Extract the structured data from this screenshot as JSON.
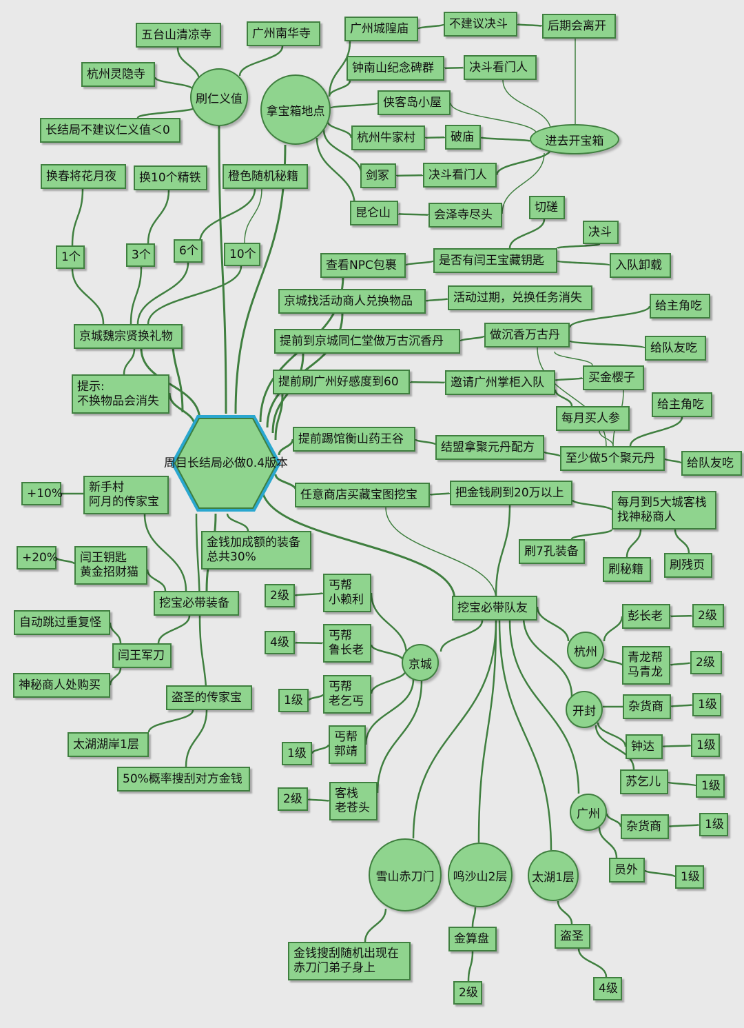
{
  "center": {
    "line1": "周目长结局必做",
    "line2": "0.4版本"
  },
  "hubs": {
    "ren_yi": "刷仁义值",
    "treasure_spots": "拿宝箱地点",
    "open_chest": "进去开宝箱",
    "jingcheng": "京城",
    "hangzhou": "杭州",
    "kaifeng": "开封",
    "guangzhou": "广州",
    "xueshan": "雪山赤刀门",
    "mingsha": "鸣沙山2层",
    "taihu": "太湖1层"
  },
  "nodes": {
    "wutai": "五台山清凉寺",
    "nanhua": "广州南华寺",
    "lingyin": "杭州灵隐寺",
    "renyi_note": "长结局不建议仁义值＜0",
    "chenghuang": "广州城隍庙",
    "no_duel_1": "不建议决斗",
    "leave_later": "后期会离开",
    "zhongnan": "钟南山纪念碑群",
    "duel_guard_1": "决斗看门人",
    "xiake": "侠客岛小屋",
    "niujia": "杭州牛家村",
    "pomiao": "破庙",
    "jianzhong": "剑冢",
    "duel_guard_2": "决斗看门人",
    "kunlun": "昆仑山",
    "huize": "会泽寺尽头",
    "huanchun": "换春将花月夜",
    "jingtie": "换10个精铁",
    "orange_book": "橙色随机秘籍",
    "cnt_1": "1个",
    "cnt_3": "3个",
    "cnt_6": "6个",
    "cnt_10": "10个",
    "wei_exchange": "京城魏宗贤换礼物",
    "hint": "提示:\n不换物品会消失",
    "qiecuo": "切磋",
    "juedou": "决斗",
    "npc_bag": "查看NPC包裹",
    "yanwang_key_q": "是否有闫王宝藏钥匙",
    "join_unload": "入队卸载",
    "merchant_exchange": "京城找活动商人兑换物品",
    "expired": "活动过期，兑换任务消失",
    "give_hero_1": "给主角吃",
    "tongren": "提前到京城同仁堂做万古沉香丹",
    "make_pill": "做沉香万古丹",
    "give_mate_1": "给队友吃",
    "favor60": "提前刷广州好感度到60",
    "invite_boss": "邀请广州掌柜入队",
    "buy_ying": "买金樱子",
    "buy_shen": "每月买人参",
    "give_hero_2": "给主角吃",
    "hengshan": "提前踢馆衡山药王谷",
    "alliance": "结盟拿聚元丹配方",
    "five_pills": "至少做5个聚元丹",
    "give_mate_2": "给队友吃",
    "map_dig": "任意商店买藏宝图挖宝",
    "money_200k": "把金钱刷到20万以上",
    "visit_cities": "每月到5大城客栈\n找神秘商人",
    "seven_hole": "刷7孔装备",
    "mi_ji": "刷秘籍",
    "can_ye": "刷残页",
    "plus10": "+10%",
    "ayue": "新手村\n阿月的传家宝",
    "money_equip": "金钱加成额的装备\n总共30%",
    "plus20": "+20%",
    "yanwang_cat": "闫王钥匙\n黄金招财猫",
    "dig_equip": "挖宝必带装备",
    "auto_skip": "自动跳过重复怪",
    "yanwang_blade": "闫王军刀",
    "mystery_buy": "神秘商人处购买",
    "thief_heir": "盗圣的传家宝",
    "taihu_shore": "太湖湖岸1层",
    "steal50": "50%概率搜刮对方金钱",
    "dig_team": "挖宝必带队友",
    "beggar_lai": "丐帮\n小赖利",
    "lv_lai": "2级",
    "beggar_lu": "丐帮\n鲁长老",
    "lv_lu": "4级",
    "beggar_old": "丐帮\n老乞丐",
    "lv_old": "1级",
    "beggar_guo": "丐帮\n郭靖",
    "lv_guo": "1级",
    "inn_old": "客栈\n老苍头",
    "lv_inn": "2级",
    "peng": "彭长老",
    "lv_peng": "2级",
    "ma_qing": "青龙帮\n马青龙",
    "lv_ma": "2级",
    "kf_shop": "杂货商",
    "lv_kf_shop": "1级",
    "zhongda": "钟达",
    "lv_zhongda": "1级",
    "su_qier": "苏乞儿",
    "lv_su": "1级",
    "gz_shop": "杂货商",
    "lv_gz_shop": "1级",
    "yuanwai": "员外",
    "lv_yuanwai": "1级",
    "chidao_note": "金钱搜刮随机出现在\n赤刀门弟子身上",
    "abacus": "金算盘",
    "lv_abacus": "2级",
    "daosheng": "盗圣",
    "lv_daosheng": "4级"
  },
  "colors": {
    "fill": "#8fd48e",
    "border": "#3f7f3f",
    "line": "#3f7f3f",
    "hex_outline": "#2aa7cf",
    "background": "#e9e9e9"
  }
}
